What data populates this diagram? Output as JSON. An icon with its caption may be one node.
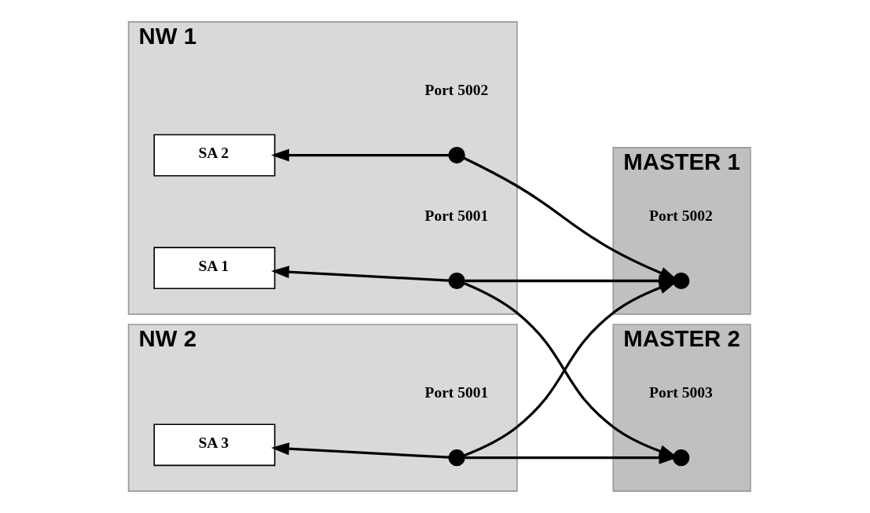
{
  "diagram": {
    "nodes": [
      {
        "text": [
          "NW 1"
        ]
      },
      {
        "text": [
          "SA 1"
        ],
        "in": 0
      },
      {
        "text": [
          "SA 2"
        ],
        "in": 0
      },
      {
        "text": [],
        "shape": "circle",
        "in": 0,
        "beside": [
          "Port 5001"
        ]
      },
      {
        "text": [],
        "shape": "circle",
        "in": 0,
        "beside": [
          "Port 5002"
        ]
      },
      {
        "text": [
          "NW 2"
        ]
      },
      {
        "text": [
          "SA 3"
        ],
        "in": 5
      },
      {
        "text": [],
        "shape": "circle",
        "in": 5,
        "beside": [
          "Port 5001"
        ]
      },
      {
        "text": [
          "MASTER 1"
        ]
      },
      {
        "text": [],
        "shape": "circle",
        "in": 8,
        "beside": [
          "Port 5002"
        ]
      },
      {
        "text": [
          "MASTER 2"
        ]
      },
      {
        "text": [],
        "shape": "circle",
        "in": 10,
        "beside": [
          "Port 5003"
        ]
      }
    ],
    "edges": [
      {
        "from": 3,
        "to": 1,
        "arrow": "to"
      },
      {
        "from": 4,
        "to": 2,
        "arrow": "to"
      },
      {
        "from": 7,
        "to": 6,
        "arrow": "to"
      },
      {
        "from": 3,
        "to": 9,
        "arrow": "to"
      },
      {
        "from": 3,
        "to": 11,
        "arrow": "to"
      },
      {
        "from": 4,
        "to": 9,
        "arrow": "to"
      },
      {
        "from": 7,
        "to": 9,
        "arrow": "to"
      },
      {
        "from": 7,
        "to": 11,
        "arrow": "to"
      }
    ]
  }
}
